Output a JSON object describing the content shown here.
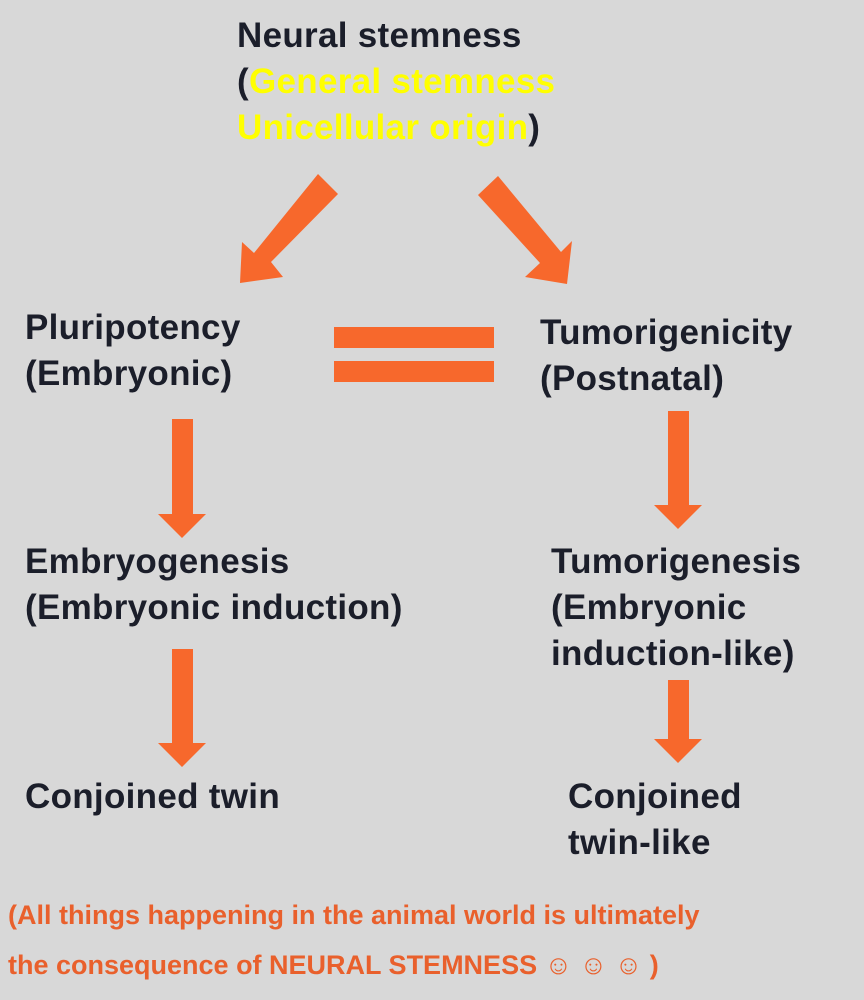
{
  "colors": {
    "background": "#d8d8d8",
    "text": "#1b1e2a",
    "highlight": "#ffff00",
    "arrow": "#f7682c",
    "footer": "#e9602c"
  },
  "root": {
    "title": "Neural stemness",
    "paren_open": "(",
    "sub_line1": "General stemness",
    "sub_line2": "Unicellular origin",
    "paren_close": ")"
  },
  "left": {
    "level1": {
      "line1": "Pluripotency",
      "line2": "(Embryonic)"
    },
    "level2": {
      "line1": "Embryogenesis",
      "line2": "(Embryonic induction)"
    },
    "level3": {
      "line1": "Conjoined twin"
    }
  },
  "right": {
    "level1": {
      "line1": "Tumorigenicity",
      "line2": "(Postnatal)"
    },
    "level2": {
      "line1": "Tumorigenesis",
      "line2": "(Embryonic",
      "line3": "induction-like)"
    },
    "level3": {
      "line1": "Conjoined",
      "line2": "twin-like"
    }
  },
  "connectors": {
    "equivalence_symbol": "equals-sign",
    "arrow_icon": "block-arrow"
  },
  "footer": {
    "line1": "(All things happening in the animal world is ultimately",
    "line2": "the consequence of NEURAL STEMNESS ☺ ☺ ☺ )"
  }
}
